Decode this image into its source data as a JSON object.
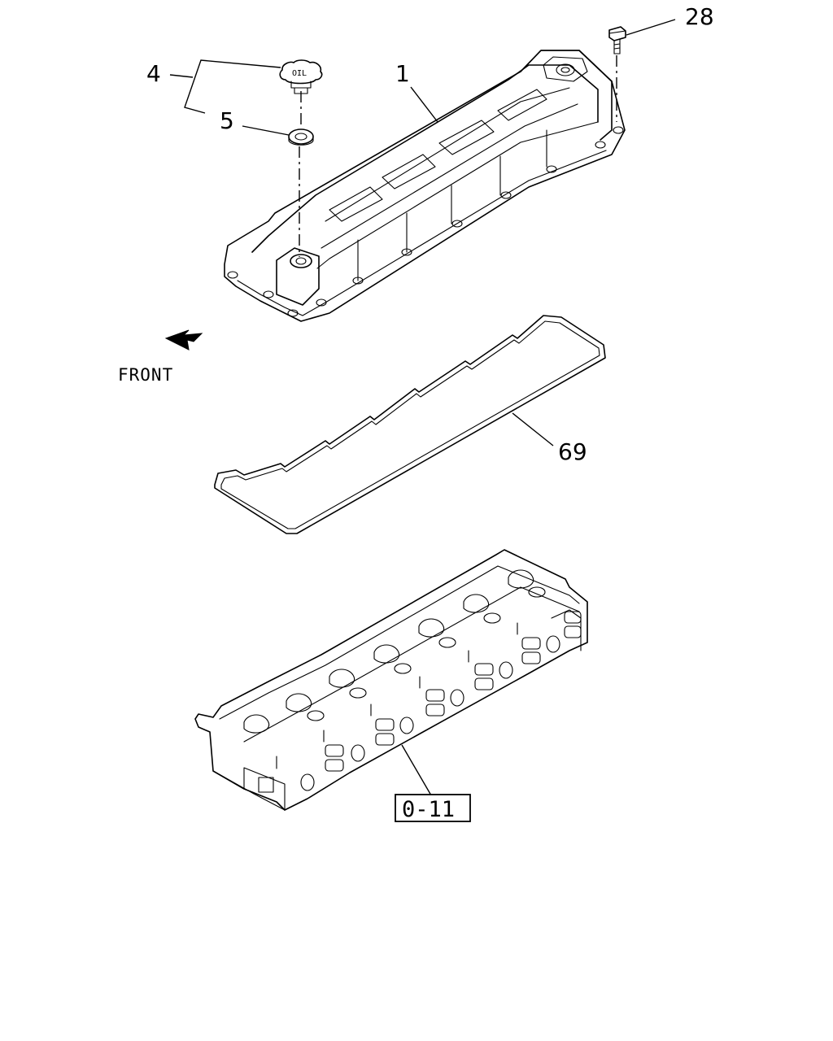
{
  "callouts": {
    "cover": "1",
    "cap": "4",
    "washer": "5",
    "bolt": "28",
    "gasket": "69"
  },
  "cap_marking": "OIL",
  "direction_label": "FRONT",
  "reference_box": "0-11"
}
